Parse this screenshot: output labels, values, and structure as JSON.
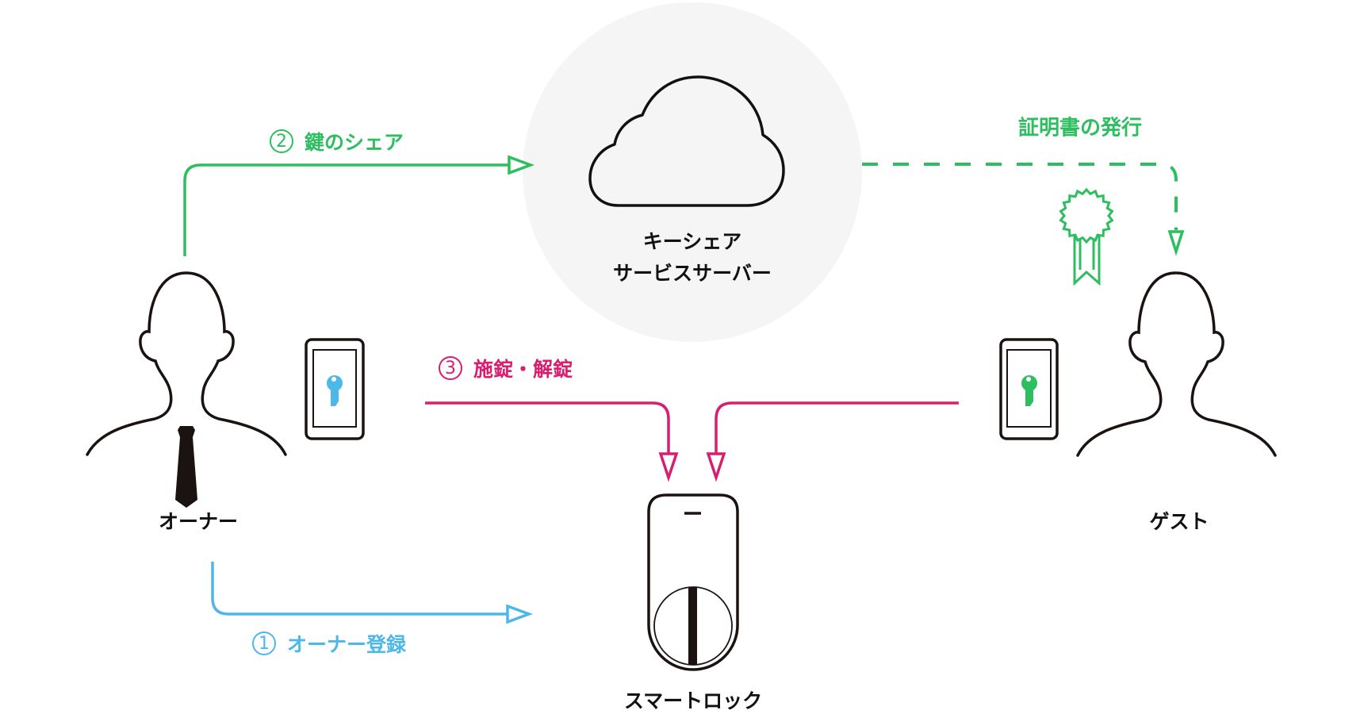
{
  "colors": {
    "blue": "#4cb8ea",
    "green": "#2dbe60",
    "pink": "#d81e6e",
    "outline": "#1a1311",
    "server_bg": "#f5f5f5"
  },
  "actors": {
    "owner": {
      "label": "オーナー",
      "icon": "person-with-tie-icon",
      "phone_key_color": "blue"
    },
    "guest": {
      "label": "ゲスト",
      "icon": "person-icon",
      "phone_key_color": "green"
    },
    "server": {
      "line1": "キーシェア",
      "line2": "サービスサーバー",
      "icon": "cloud-icon"
    },
    "lock": {
      "label": "スマートロック",
      "icon": "smart-lock-icon"
    }
  },
  "steps": [
    {
      "number": "1",
      "label": "オーナー登録",
      "color": "blue",
      "from": "owner",
      "to": "lock"
    },
    {
      "number": "2",
      "label": "鍵のシェア",
      "color": "green",
      "from": "owner",
      "to": "server"
    },
    {
      "number": "3",
      "label": "施錠・解錠",
      "color": "pink",
      "from": "owner+guest",
      "to": "lock"
    }
  ],
  "certificate": {
    "label": "証明書の発行",
    "color": "green",
    "icon": "certificate-ribbon-icon",
    "from": "server",
    "to": "guest",
    "style": "dashed"
  }
}
